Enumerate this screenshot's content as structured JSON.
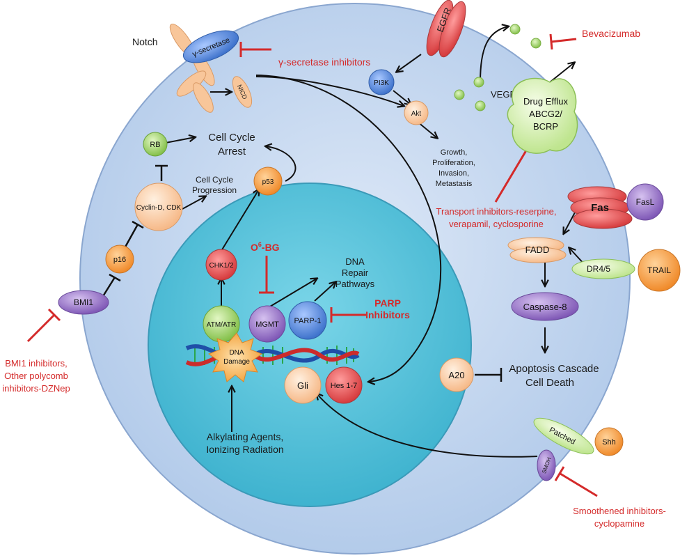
{
  "colors": {
    "cell_fill": "#c5d9f1",
    "nucleus_fill": "#5cc6dc",
    "inhibitor_red": "#d42a2a",
    "arrow_black": "#111111",
    "orange_node": "#f7a64a",
    "peach_node": "#fcd2ab",
    "red_node": "#e5585a",
    "blue_node": "#5b8ee0",
    "purple_node": "#9a75c8",
    "green_node": "#9fd46a",
    "light_green_node": "#d6f0b4"
  },
  "labels": {
    "notch": "Notch",
    "gamma_secretase": "γ-secretase",
    "gamma_secretase_inhibitors": "γ-secretase inhibitors",
    "nicd": "NICD",
    "egfr": "EGFR",
    "pi3k": "PI3K",
    "akt": "Akt",
    "growth": [
      "Growth,",
      "Proliferation,",
      "Invasion,",
      "Metastasis"
    ],
    "vegf": "VEGF",
    "bevacizumab": "Bevacizumab",
    "drug_efflux": [
      "Drug Efflux",
      "ABCG2/",
      "BCRP"
    ],
    "transport_inhibitors": [
      "Transport inhibitors-reserpine,",
      "verapamil, cyclosporine"
    ],
    "rb": "RB",
    "cell_cycle_arrest": [
      "Cell Cycle",
      "Arrest"
    ],
    "cell_cycle_progression": [
      "Cell Cycle",
      "Progression"
    ],
    "cyclin_d": "Cyclin-D, CDK",
    "p53": "p53",
    "p16": "p16",
    "bmi1": "BMI1",
    "bmi1_inhibitors": [
      "BMI1 inhibitors,",
      "Other polycomb",
      "inhibitors-DZNep"
    ],
    "chk": "CHK1/2",
    "o6bg_main": "O",
    "o6bg_sup": "6",
    "o6bg_rest": "-BG",
    "dna_repair": [
      "DNA",
      "Repair",
      "Pathways"
    ],
    "atm_atr": "ATM/ATR",
    "mgmt": "MGMT",
    "parp1": "PARP-1",
    "parp_inhibitors": [
      "PARP",
      "Inhibitors"
    ],
    "dna_damage": [
      "DNA",
      "Damage"
    ],
    "gli": "Gli",
    "hes": "Hes 1-7",
    "alkylating": [
      "Alkylating Agents,",
      "Ionizing Radiation"
    ],
    "fas": "Fas",
    "fasl": "FasL",
    "fadd": "FADD",
    "dr45": "DR4/5",
    "trail": "TRAIL",
    "caspase8": "Caspase-8",
    "a20": "A20",
    "apoptosis": [
      "Apoptosis Cascade",
      "Cell Death"
    ],
    "patched": "Patched",
    "shh": "Shh",
    "smoh": "SMOH",
    "smoothened_inhibitors": [
      "Smoothened inhibitors-",
      "cyclopamine"
    ]
  }
}
